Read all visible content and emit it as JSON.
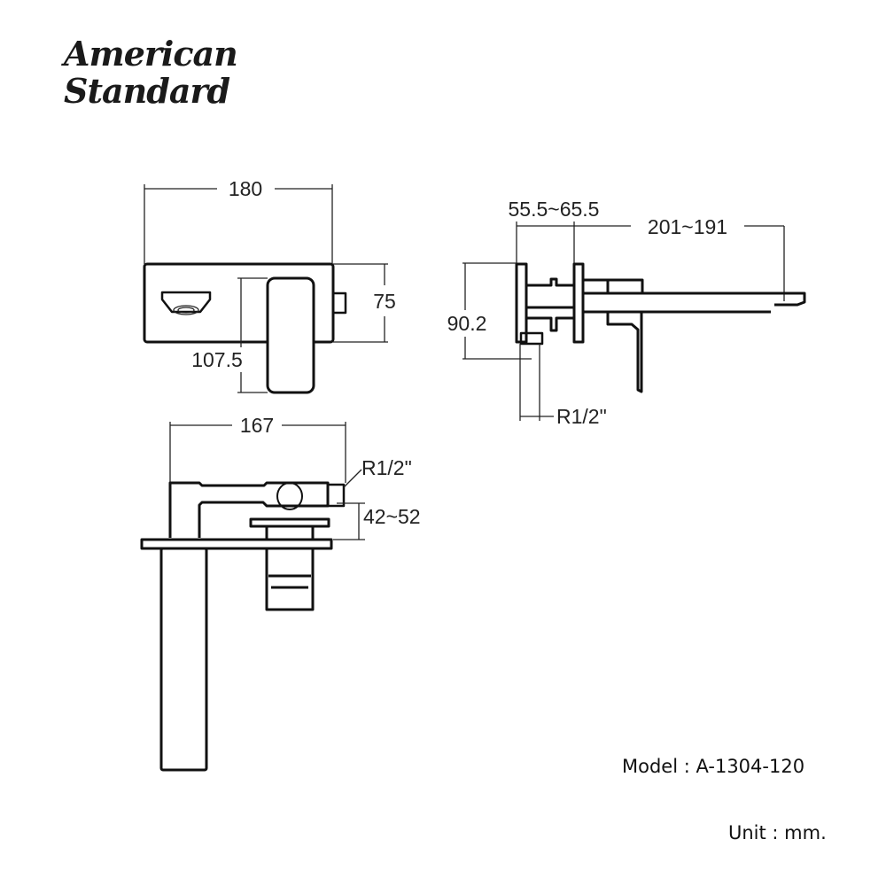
{
  "logo": {
    "line1": "American",
    "line2": "Standard"
  },
  "dimensions": {
    "front_width": "180",
    "front_height": "75",
    "handle_height": "107.5",
    "side_wall_depth": "55.5~65.5",
    "side_spout_length": "201~191",
    "side_height": "90.2",
    "side_thread": "R1/2\"",
    "top_width": "167",
    "top_thread": "R1/2\"",
    "top_wall_range": "42~52"
  },
  "info": {
    "model": "Model : A-1304-120",
    "unit": "Unit : mm."
  }
}
